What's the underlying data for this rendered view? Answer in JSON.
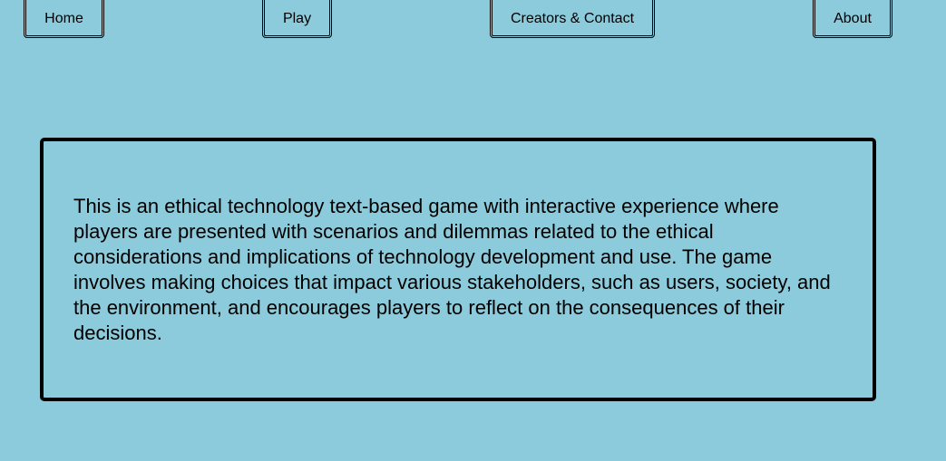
{
  "nav": {
    "home_label": "Home",
    "play_label": "Play",
    "creators_label": "Creators & Contact",
    "about_label": "About"
  },
  "main": {
    "description": "This is an ethical technology text-based game with interactive experience where players are presented with scenarios and dilemmas related to the ethical considerations and implications of technology development and use. The game involves making choices that impact various stakeholders, such as users, society, and the environment, and encourages players to reflect on the consequences of their decisions."
  },
  "colors": {
    "background": "#8ccbdb",
    "border": "#000000",
    "text": "#000000"
  }
}
